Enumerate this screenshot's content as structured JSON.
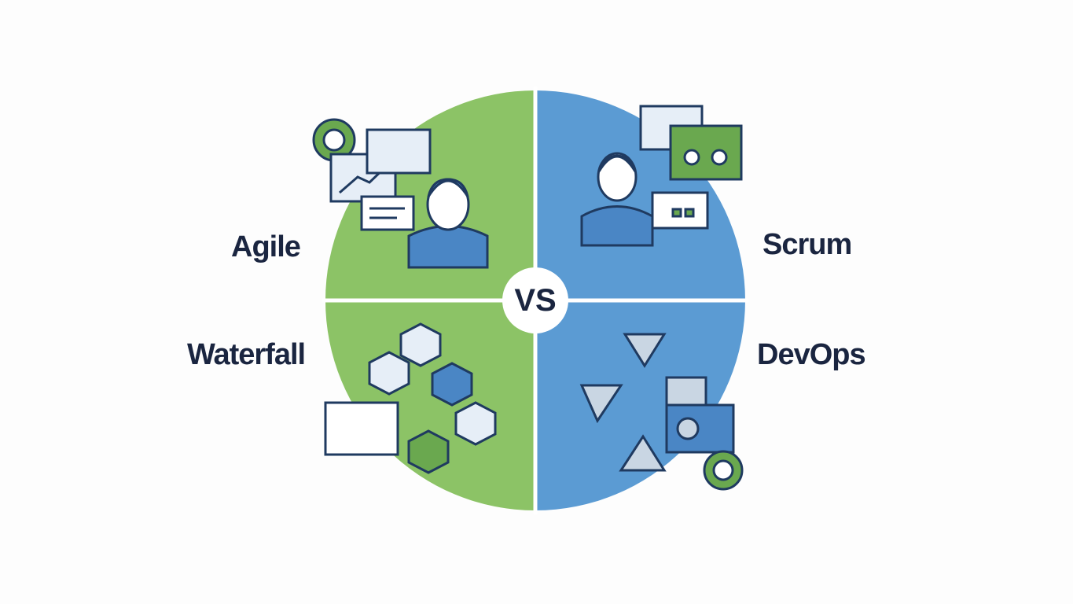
{
  "labels": {
    "top_left": "Agile",
    "top_right": "Scrum",
    "bottom_left": "Waterfall",
    "bottom_right": "DevOps"
  },
  "center": "VS",
  "colors": {
    "green": "#8cc366",
    "blue": "#5b9bd3",
    "ink": "#1a2540"
  }
}
